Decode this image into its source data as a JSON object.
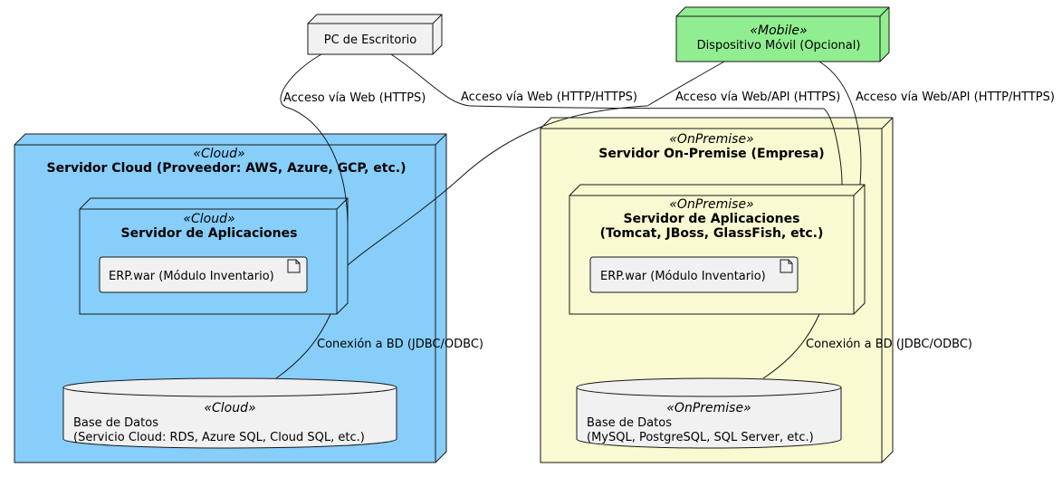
{
  "diagram": {
    "nodes": {
      "pc": {
        "title": "PC de Escritorio",
        "fill": "#F1F1F1"
      },
      "mobile": {
        "stereotype": "«Mobile»",
        "title": "Dispositivo Móvil (Opcional)",
        "fill": "#90EE90"
      },
      "cloud_server": {
        "stereotype": "«Cloud»",
        "title": "Servidor Cloud (Proveedor: AWS, Azure, GCP, etc.)",
        "fill": "#87CEFA"
      },
      "cloud_app": {
        "stereotype": "«Cloud»",
        "title": "Servidor de Aplicaciones"
      },
      "cloud_artifact": {
        "label": "ERP.war (Módulo Inventario)"
      },
      "cloud_db": {
        "stereotype": "«Cloud»",
        "line1": "Base de Datos",
        "line2": "(Servicio Cloud: RDS, Azure SQL, Cloud SQL, etc.)"
      },
      "onprem_server": {
        "stereotype": "«OnPremise»",
        "title": "Servidor On-Premise (Empresa)",
        "fill": "#FAFAD2"
      },
      "onprem_app": {
        "stereotype": "«OnPremise»",
        "title_line1": "Servidor de Aplicaciones",
        "title_line2": "(Tomcat, JBoss, GlassFish, etc.)"
      },
      "onprem_artifact": {
        "label": "ERP.war (Módulo Inventario)"
      },
      "onprem_db": {
        "stereotype": "«OnPremise»",
        "line1": "Base de Datos",
        "line2": "(MySQL, PostgreSQL, SQL Server, etc.)"
      }
    },
    "edges": {
      "pc_cloud": "Acceso vía Web (HTTPS)",
      "pc_onprem": "Acceso vía Web (HTTP/HTTPS)",
      "mobile_cloud": "Acceso vía Web/API (HTTPS)",
      "mobile_onprem": "Acceso vía Web/API (HTTP/HTTPS)",
      "cloud_db": "Conexión a BD (JDBC/ODBC)",
      "onprem_db": "Conexión a BD (JDBC/ODBC)"
    }
  }
}
